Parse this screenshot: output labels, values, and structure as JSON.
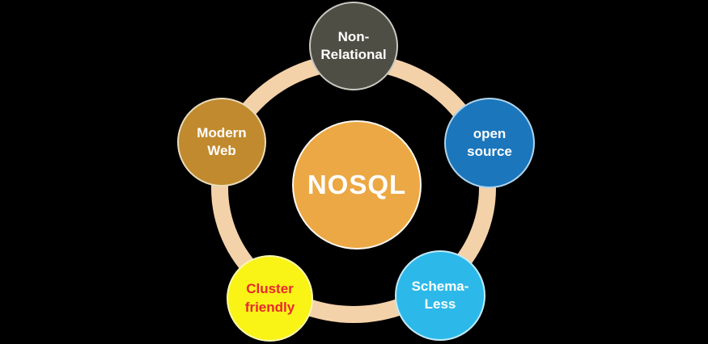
{
  "diagram": {
    "background_color": "#000000",
    "ring_color": "#F4D2A9",
    "center": {
      "label": "NOSQL",
      "color": "#ECA844",
      "text_color": "#FFFFFF"
    },
    "satellites": [
      {
        "name": "non-relational",
        "label": "Non-\nRelational",
        "color": "#4E4E44",
        "border_color": "#C9C9C2",
        "text_color": "#FFFFFF"
      },
      {
        "name": "open-source",
        "label": "open\nsource",
        "color": "#1B76BC",
        "border_color": "#AFD3EC",
        "text_color": "#FFFFFF"
      },
      {
        "name": "schema-less",
        "label": "Schema-\nLess",
        "color": "#2CB9E9",
        "border_color": "#C2EAF8",
        "text_color": "#FFFFFF"
      },
      {
        "name": "cluster-friendly",
        "label": "Cluster\nfriendly",
        "color": "#F9F316",
        "border_color": "#FBF7AE",
        "text_color": "#E8282C"
      },
      {
        "name": "modern-web",
        "label": "Modern\nWeb",
        "color": "#C18A2E",
        "border_color": "#EADCBC",
        "text_color": "#FFFFFF"
      }
    ]
  }
}
